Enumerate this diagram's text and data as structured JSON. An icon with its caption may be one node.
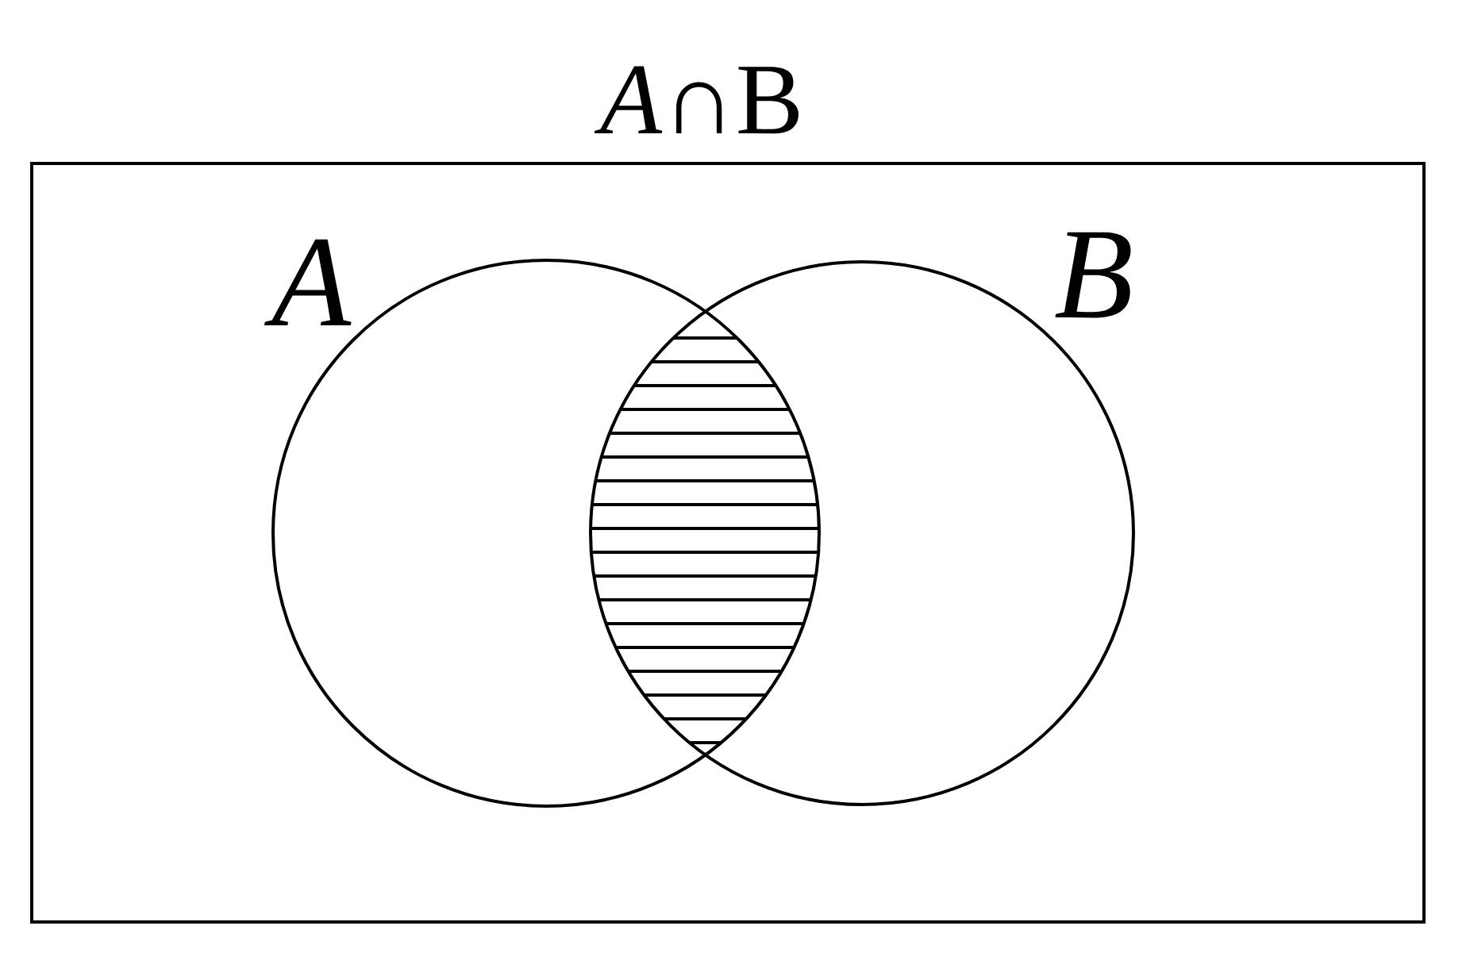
{
  "diagram": {
    "title": "*A*∩B",
    "nodes": [
      {
        "text": [],
        "shape": "box"
      },
      {
        "text": [
          "A"
        ],
        "in": 0
      },
      {
        "text": [
          "B"
        ],
        "in": 0
      }
    ]
  }
}
